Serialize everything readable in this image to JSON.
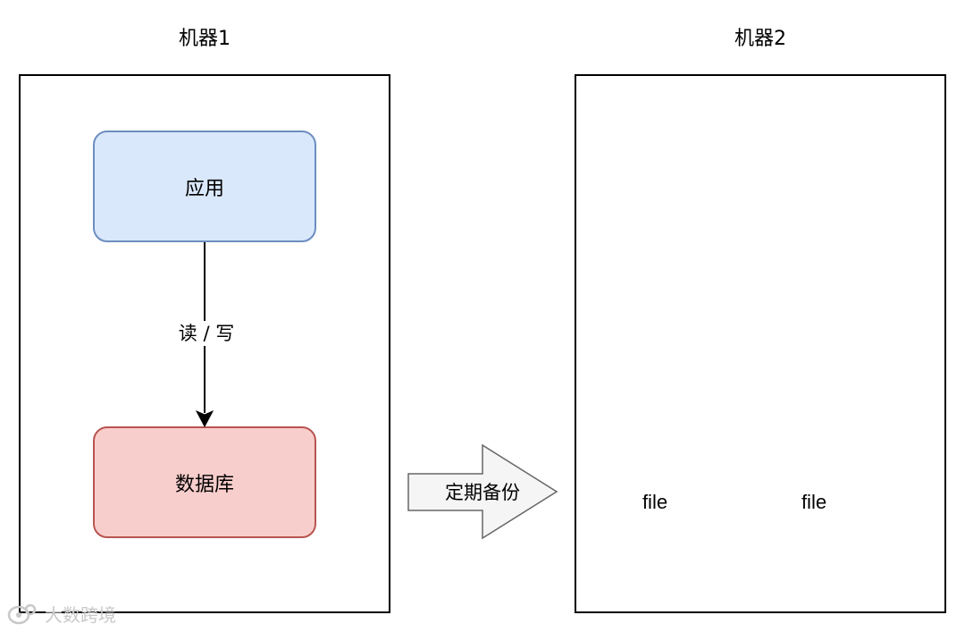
{
  "machine1": {
    "title": "机器1",
    "app_label": "应用",
    "db_label": "数据库",
    "edge_label": "读 / 写"
  },
  "backup_arrow": {
    "label": "定期备份"
  },
  "machine2": {
    "title": "机器2",
    "file_stacks": [
      {
        "label": "file"
      },
      {
        "label": "file"
      }
    ]
  },
  "watermark": {
    "text": "大数跨境"
  },
  "colors": {
    "app_fill": "#dae8fc",
    "app_stroke": "#6c8ebf",
    "db_fill": "#f8cecc",
    "db_stroke": "#b85450",
    "file_fill": "#d5e8d4",
    "file_stroke": "#82b366",
    "arrow_fill": "#f5f5f5",
    "arrow_stroke": "#666666"
  }
}
